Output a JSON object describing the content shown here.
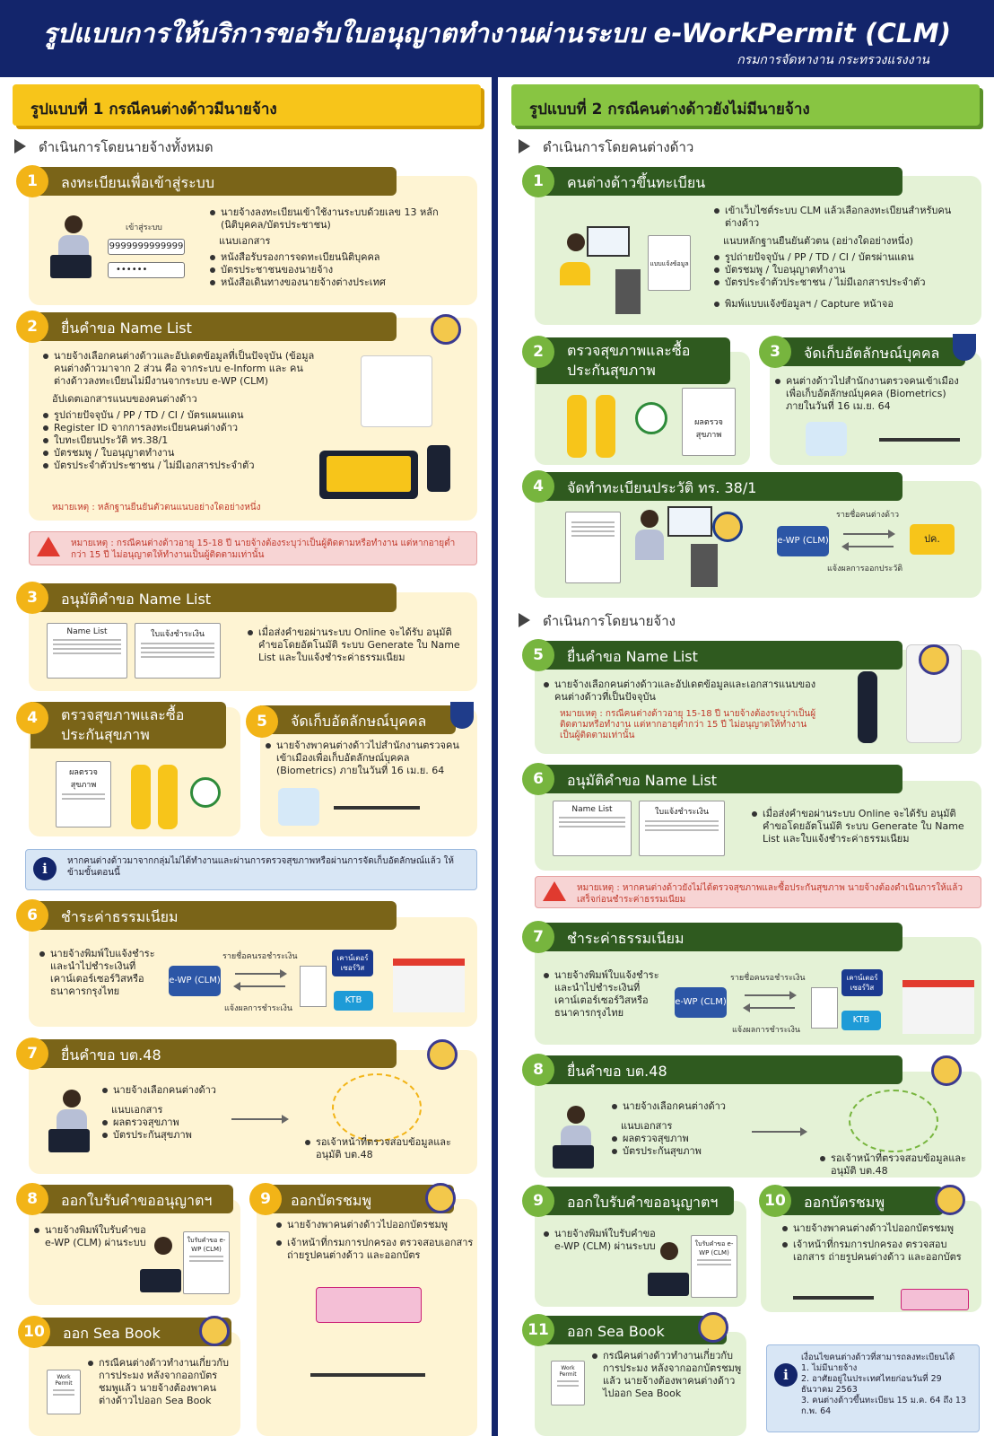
{
  "header": {
    "title": "รูปแบบการให้บริการขอรับใบอนุญาตทำงานผ่านระบบ e-WorkPermit (CLM)",
    "subtitle": "กรมการจัดหางาน กระทรวงแรงงาน"
  },
  "left": {
    "banner": "รูปแบบที่ 1 กรณีคนต่างด้าวมีนายจ้าง",
    "section": "ดำเนินการโดยนายจ้างทั้งหมด",
    "s1": {
      "num": "1",
      "title": "ลงทะเบียนเพื่อเข้าสู่ระบบ",
      "login_label": "เข้าสู่ระบบ",
      "id_value": "9999999999999",
      "pw_value": "••••••",
      "line1": "นายจ้างลงทะเบียนเข้าใช้งานระบบด้วยเลข 13 หลัก (นิติบุคคล/บัตรประชาชน)",
      "attach": "แนบเอกสาร",
      "b1": "หนังสือรับรองการจดทะเบียนนิติบุคคล",
      "b2": "บัตรประชาชนของนายจ้าง",
      "b3": "หนังสือเดินทางของนายจ้างต่างประเทศ"
    },
    "s2": {
      "num": "2",
      "title": "ยื่นคำขอ Name List",
      "line1": "นายจ้างเลือกคนต่างด้าวและอัปเดตข้อมูลที่เป็นปัจจุบัน (ข้อมูลคนต่างด้าวมาจาก 2 ส่วน คือ จากระบบ e-Inform และ คนต่างด้าวลงทะเบียนไม่มีงานจากระบบ e-WP (CLM)",
      "upd": "อัปเดตเอกสารแนบของคนต่างด้าว",
      "b1": "รูปถ่ายปัจจุบัน / PP / TD / CI / บัตรแผนแดน",
      "b2": "Register ID จากการลงทะเบียนคนต่างด้าว",
      "b3": "ใบทะเบียนประวัติ ทร.38/1",
      "b4": "บัตรชมพู / ใบอนุญาตทำงาน",
      "b5": "บัตรประจำตัวประชาชน / ไม่มีเอกสารประจำตัว",
      "remark": "หมายเหตุ : หลักฐานยืนยันตัวตนแนบอย่างใดอย่างหนึ่ง"
    },
    "note1": "หมายเหตุ : กรณีคนต่างด้าวอายุ 15-18 ปี นายจ้างต้องระบุว่าเป็นผู้ติดตามหรือทำงาน แต่หากอายุต่ำกว่า 15 ปี ไม่อนุญาตให้ทำงานเป็นผู้ติดตามเท่านั้น",
    "s3": {
      "num": "3",
      "title": "อนุมัติคำขอ Name List",
      "doc1": "Name List",
      "doc2": "ใบแจ้งชำระเงิน",
      "line1": "เมื่อส่งคำขอผ่านระบบ Online จะได้รับ อนุมัติคำขอโดยอัตโนมัติ ระบบ Generate ใบ Name List และใบแจ้งชำระค่าธรรมเนียม"
    },
    "s4": {
      "num": "4",
      "title": "ตรวจสุขภาพและซื้อประกันสุขภาพ",
      "doc": "ผลตรวจสุขภาพ"
    },
    "s5": {
      "num": "5",
      "title": "จัดเก็บอัตลักษณ์บุคคล",
      "line1": "นายจ้างพาคนต่างด้าวไปสำนักงานตรวจคนเข้าเมืองเพื่อเก็บอัตลักษณ์บุคคล (Biometrics) ภายในวันที่ 16 เม.ย. 64"
    },
    "note2": "หากคนต่างด้าวมาจากกลุ่มไม่ได้ทำงานและผ่านการตรวจสุขภาพหรือผ่านการจัดเก็บอัตลักษณ์แล้ว ให้ข้ามขั้นตอนนี้",
    "s6": {
      "num": "6",
      "title": "ชำระค่าธรรมเนียม",
      "line1": "นายจ้างพิมพ์ใบแจ้งชำระและนำไปชำระเงินที่เคาน์เตอร์เซอร์วิสหรือ ธนาคารกรุงไทย",
      "ewp": "e-WP (CLM)",
      "top": "รายชื่อคนรอชำระเงิน",
      "bottom": "แจ้งผลการชำระเงิน",
      "cs": "เคาน์เตอร์ เซอร์วิส",
      "ktb": "KTB"
    },
    "s7": {
      "num": "7",
      "title": "ยื่นคำขอ บต.48",
      "b1": "นายจ้างเลือกคนต่างด้าว",
      "attach": "แนบเอกสาร",
      "b2": "ผลตรวจสุขภาพ",
      "b3": "บัตรประกันสุขภาพ",
      "wait": "รอเจ้าหน้าที่ตรวจสอบข้อมูลและอนุมัติ บต.48"
    },
    "s8": {
      "num": "8",
      "title": "ออกใบรับคำขออนุญาตฯ",
      "line1": "นายจ้างพิมพ์ใบรับคำขอ e-WP (CLM) ผ่านระบบ",
      "doc": "ใบรับคำขอ e-WP (CLM)"
    },
    "s9": {
      "num": "9",
      "title": "ออกบัตรชมพู",
      "b1": "นายจ้างพาคนต่างด้าวไปออกบัตรชมพู",
      "b2": "เจ้าหน้าที่กรมการปกครอง ตรวจสอบเอกสาร ถ่ายรูปคนต่างด้าว และออกบัตร"
    },
    "s10": {
      "num": "10",
      "title": "ออก Sea Book",
      "line1": "กรณีคนต่างด้าวทำงานเกี่ยวกับการประมง หลังจากออกบัตรชมพูแล้ว นายจ้างต้องพาคนต่างด้าวไปออก Sea Book",
      "doc": "Work Permit"
    }
  },
  "right": {
    "banner": "รูปแบบที่ 2 กรณีคนต่างด้าวยังไม่มีนายจ้าง",
    "section1": "ดำเนินการโดยคนต่างด้าว",
    "s1": {
      "num": "1",
      "title": "คนต่างด้าวขึ้นทะเบียน",
      "b1": "เข้าเว็บไซต์ระบบ CLM แล้วเลือกลงทะเบียนสำหรับคนต่างด้าว",
      "attach": "แนบหลักฐานยืนยันตัวตน (อย่างใดอย่างหนึ่ง)",
      "b2": "รูปถ่ายปัจจุบัน / PP / TD / CI / บัตรผ่านแดน",
      "b3": "บัตรชมพู / ใบอนุญาตทำงาน",
      "b4": "บัตรประจำตัวประชาชน / ไม่มีเอกสารประจำตัว",
      "b5": "พิมพ์แบบแจ้งข้อมูลฯ / Capture หน้าจอ",
      "doc": "แบบแจ้งข้อมูล"
    },
    "s2": {
      "num": "2",
      "title": "ตรวจสุขภาพและซื้อประกันสุขภาพ",
      "doc": "ผลตรวจสุขภาพ"
    },
    "s3": {
      "num": "3",
      "title": "จัดเก็บอัตลักษณ์บุคคล",
      "line1": "คนต่างด้าวไปสำนักงานตรวจคนเข้าเมืองเพื่อเก็บอัตลักษณ์บุคคล (Biometrics) ภายในวันที่ 16 เม.ย. 64"
    },
    "s4": {
      "num": "4",
      "title": "จัดทำทะเบียนประวัติ ทร. 38/1",
      "ewp": "e-WP (CLM)",
      "pk": "ปค.",
      "top": "รายชื่อคนต่างด้าว",
      "bottom": "แจ้งผลการออกประวัติ"
    },
    "section2": "ดำเนินการโดยนายจ้าง",
    "s5": {
      "num": "5",
      "title": "ยื่นคำขอ Name List",
      "line1": "นายจ้างเลือกคนต่างด้าวและอัปเดตข้อมูลและเอกสารแนบของคนต่างด้าวที่เป็นปัจจุบัน",
      "remark": "หมายเหตุ : กรณีคนต่างด้าวอายุ 15-18 ปี นายจ้างต้องระบุว่าเป็นผู้ติดตามหรือทำงาน แต่หากอายุต่ำกว่า 15 ปี ไม่อนุญาตให้ทำงานเป็นผู้ติดตามเท่านั้น"
    },
    "s6": {
      "num": "6",
      "title": "อนุมัติคำขอ Name List",
      "doc1": "Name List",
      "doc2": "ใบแจ้งชำระเงิน",
      "line1": "เมื่อส่งคำขอผ่านระบบ Online จะได้รับ อนุมัติคำขอโดยอัตโนมัติ ระบบ Generate ใบ Name List และใบแจ้งชำระค่าธรรมเนียม"
    },
    "note1": "หมายเหตุ : หากคนต่างด้าวยังไม่ได้ตรวจสุขภาพและซื้อประกันสุขภาพ นายจ้างต้องดำเนินการให้แล้วเสร็จก่อนชำระค่าธรรมเนียม",
    "s7": {
      "num": "7",
      "title": "ชำระค่าธรรมเนียม",
      "line1": "นายจ้างพิมพ์ใบแจ้งชำระและนำไปชำระเงินที่เคาน์เตอร์เซอร์วิสหรือ ธนาคารกรุงไทย",
      "ewp": "e-WP (CLM)",
      "top": "รายชื่อคนรอชำระเงิน",
      "bottom": "แจ้งผลการชำระเงิน",
      "cs": "เคาน์เตอร์ เซอร์วิส",
      "ktb": "KTB"
    },
    "s8": {
      "num": "8",
      "title": "ยื่นคำขอ บต.48",
      "b1": "นายจ้างเลือกคนต่างด้าว",
      "attach": "แนบเอกสาร",
      "b2": "ผลตรวจสุขภาพ",
      "b3": "บัตรประกันสุขภาพ",
      "wait": "รอเจ้าหน้าที่ตรวจสอบข้อมูลและอนุมัติ บต.48"
    },
    "s9": {
      "num": "9",
      "title": "ออกใบรับคำขออนุญาตฯ",
      "line1": "นายจ้างพิมพ์ใบรับคำขอ e-WP (CLM) ผ่านระบบ",
      "doc": "ใบรับคำขอ e-WP (CLM)"
    },
    "s10": {
      "num": "10",
      "title": "ออกบัตรชมพู",
      "b1": "นายจ้างพาคนต่างด้าวไปออกบัตรชมพู",
      "b2": "เจ้าหน้าที่กรมการปกครอง ตรวจสอบเอกสาร ถ่ายรูปคนต่างด้าว และออกบัตร"
    },
    "s11": {
      "num": "11",
      "title": "ออก Sea Book",
      "line1": "กรณีคนต่างด้าวทำงานเกี่ยวกับการประมง หลังจากออกบัตรชมพูแล้ว นายจ้างต้องพาคนต่างด้าวไปออก Sea Book",
      "doc": "Work Permit"
    },
    "info": {
      "title": "เงื่อนไขคนต่างด้าวที่สามารถลงทะเบียนได้",
      "c1": "1. ไม่มีนายจ้าง",
      "c2": "2. อาศัยอยู่ในประเทศไทยก่อนวันที่ 29 ธันวาคม 2563",
      "c3": "3. คนต่างด้าวขึ้นทะเบียน 15 ม.ค. 64 ถึง 13 ก.พ. 64"
    }
  },
  "colors": {
    "navy": "#13256b",
    "yellow": "#f7c51a",
    "green": "#88c542",
    "brown": "#7a6418",
    "darkgreen": "#2f5a1f"
  }
}
